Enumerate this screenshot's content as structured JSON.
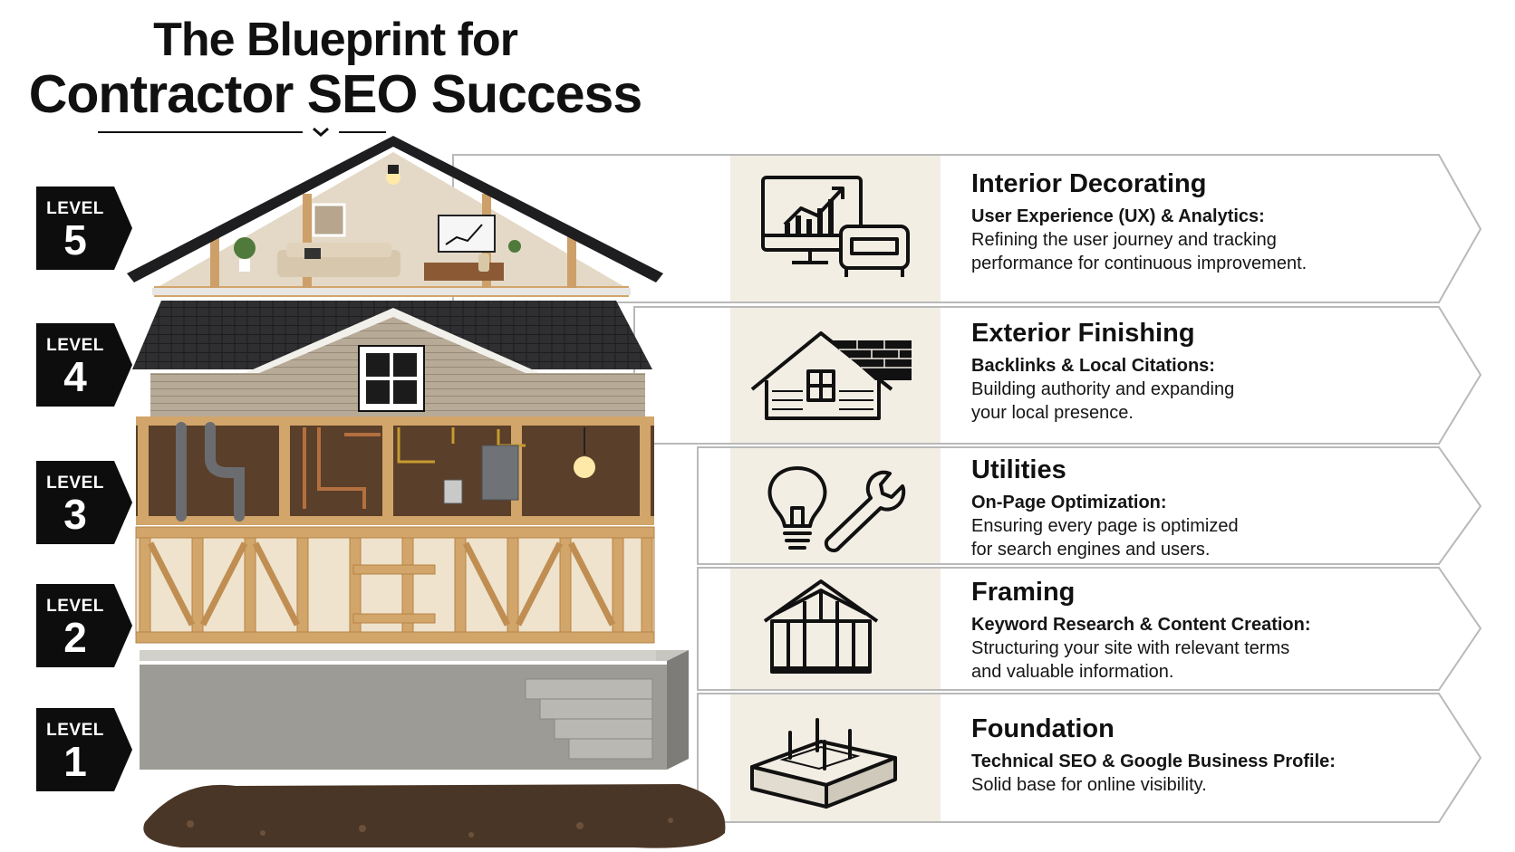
{
  "title": {
    "line1": "The Blueprint for",
    "line2": "Contractor SEO Success"
  },
  "colors": {
    "badge": "#0d0d0d",
    "panel_border": "#b9b9b9",
    "icon_panel_bg": "#f3eee4",
    "wood": "#d2a56a",
    "concrete": "#9a9893",
    "roof": "#2c2c2e"
  },
  "levels": [
    {
      "word": "LEVEL",
      "number": "5",
      "heading": "Interior Decorating",
      "subheading": "User Experience (UX) & Analytics:",
      "description": "Refining the user journey and tracking\nperformance for continuous improvement.",
      "icon": "monitor-chart-sofa-icon"
    },
    {
      "word": "LEVEL",
      "number": "4",
      "heading": "Exterior Finishing",
      "subheading": "Backlinks & Local Citations:",
      "description": "Building authority and expanding\nyour local presence.",
      "icon": "house-roof-icon"
    },
    {
      "word": "LEVEL",
      "number": "3",
      "heading": "Utilities",
      "subheading": "On-Page Optimization:",
      "description": "Ensuring every page is optimized\nfor search engines and users.",
      "icon": "lightbulb-wrench-icon"
    },
    {
      "word": "LEVEL",
      "number": "2",
      "heading": "Framing",
      "subheading": "Keyword Research & Content Creation:",
      "description": "Structuring your site with relevant terms\nand valuable information.",
      "icon": "house-frame-icon"
    },
    {
      "word": "LEVEL",
      "number": "1",
      "heading": "Foundation",
      "subheading": "Technical SEO & Google Business Profile:",
      "description": "Solid base for online visibility.",
      "icon": "concrete-foundation-icon"
    }
  ]
}
